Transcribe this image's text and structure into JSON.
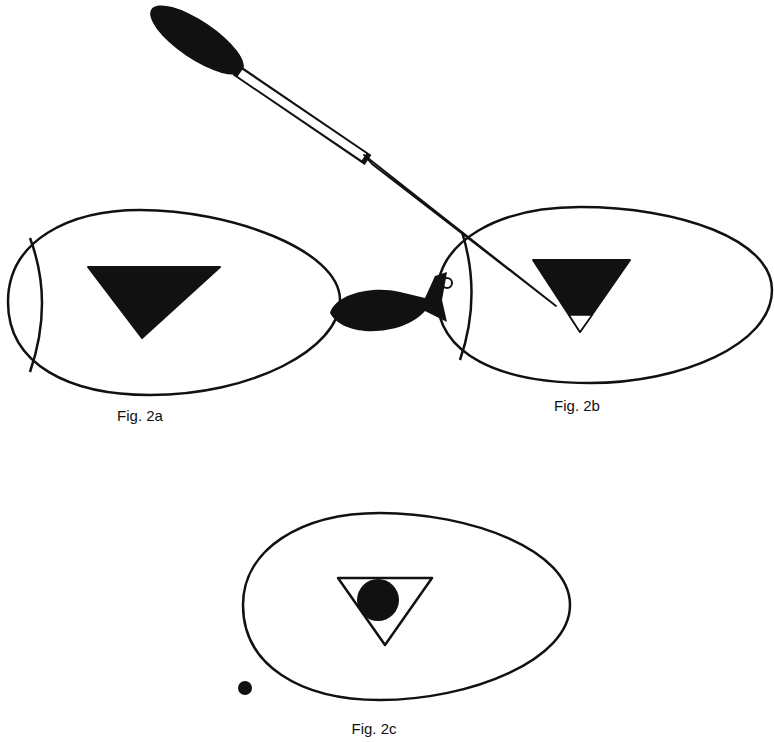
{
  "diagram": {
    "labels": [
      "Fig. 2a",
      "Fig. 2b",
      "Fig. 2c"
    ]
  }
}
